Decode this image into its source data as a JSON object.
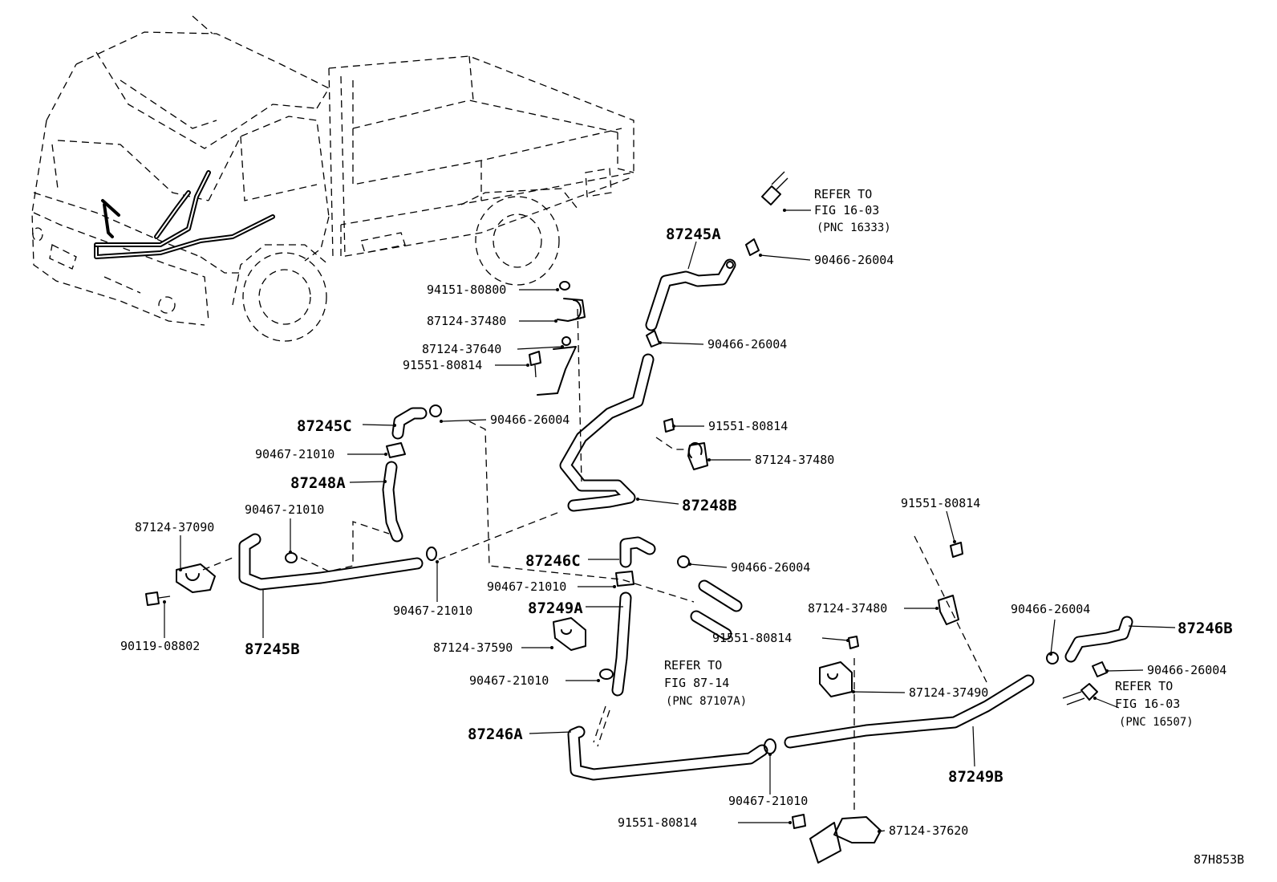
{
  "diagram_id": "87H853B",
  "labels": {
    "p87245A": "87245A",
    "p87245B": "87245B",
    "p87245C": "87245C",
    "p87246A": "87246A",
    "p87246B": "87246B",
    "p87246C": "87246C",
    "p87248A": "87248A",
    "p87248B": "87248B",
    "p87249A": "87249A",
    "p87249B": "87249B",
    "c94151_80800": "94151-80800",
    "c87124_37480_a": "87124-37480",
    "c87124_37640": "87124-37640",
    "c91551_80814_a": "91551-80814",
    "c90466_26004_a": "90466-26004",
    "c90466_26004_b": "90466-26004",
    "c90466_26004_c": "90466-26004",
    "c90466_26004_d": "90466-26004",
    "c90466_26004_e": "90466-26004",
    "c90466_26004_f": "90466-26004",
    "c91551_80814_b": "91551-80814",
    "c87124_37480_b": "87124-37480",
    "c90467_21010_a": "90467-21010",
    "c90467_21010_b": "90467-21010",
    "c90467_21010_c": "90467-21010",
    "c90467_21010_d": "90467-21010",
    "c90467_21010_e": "90467-21010",
    "c90467_21010_f": "90467-21010",
    "c87124_37090": "87124-37090",
    "c90119_08802": "90119-08802",
    "c91551_80814_c": "91551-80814",
    "c87124_37480_c": "87124-37480",
    "c87124_37590": "87124-37590",
    "c91551_80814_d": "91551-80814",
    "c87124_37490": "87124-37490",
    "c91551_80814_e": "91551-80814",
    "c87124_37620": "87124-37620"
  },
  "refs": {
    "r1": {
      "line1": "REFER TO",
      "line2": "FIG 16-03",
      "line3": "(PNC 16333)"
    },
    "r2": {
      "line1": "REFER TO",
      "line2": "FIG 87-14",
      "line3": "(PNC 87107A)"
    },
    "r3": {
      "line1": "REFER TO",
      "line2": "FIG 16-03",
      "line3": "(PNC 16507)"
    }
  }
}
